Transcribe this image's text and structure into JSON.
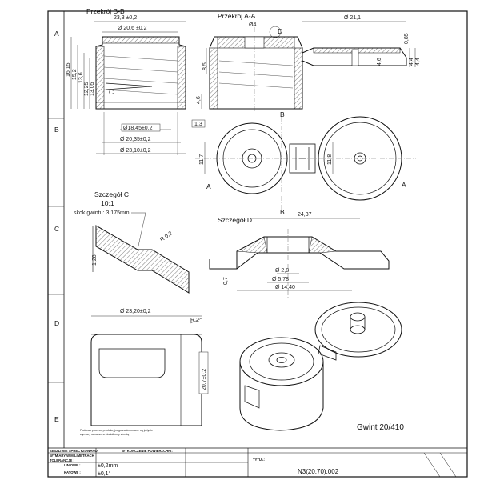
{
  "grid": {
    "rows": [
      "A",
      "B",
      "C",
      "D",
      "E"
    ]
  },
  "section_bb": {
    "title": "Przekrój B-B",
    "dims": [
      "23,3 ±0,2",
      "Ø 20,6 ±0,2",
      "16,15",
      "15,2",
      "13,6",
      "12,25",
      "13,05",
      "4,6",
      "Ø18,45±0,2",
      "1,3",
      "Ø 20,35±0,2",
      "Ø 23,10±0,2"
    ],
    "marker": "C"
  },
  "section_aa": {
    "title": "Przekrój A-A",
    "dims": [
      "Ø4",
      "8,5",
      "Ø 21,1",
      "0,85",
      "4,6",
      "4,4",
      "4,4"
    ],
    "marker": "D"
  },
  "top_view": {
    "dims": [
      "11,7",
      "11,8",
      "24,37"
    ],
    "markers": {
      "b_top": "B",
      "b_bottom": "B",
      "a_left": "A",
      "a_right": "A"
    }
  },
  "detail_c": {
    "title": "Szczegół C",
    "scale": "10:1",
    "note": "skok gwintu: 3,175mm",
    "dims": [
      "R 0,2",
      "1,28"
    ]
  },
  "detail_d": {
    "title": "Szczegół D",
    "dims": [
      "Ø 2,8",
      "Ø 5,78",
      "Ø 14,40",
      "0,7"
    ]
  },
  "side_view": {
    "dims": [
      "Ø 23,20±0,2",
      "R 2",
      "20,7±0,2"
    ]
  },
  "thread": "Gwint 20/410",
  "note_lines": [
    "Podczas procesu produkcyjnego zastosowane są jedynie",
    "wymiary oznaczone dodatkowy ziemią"
  ],
  "title_block": {
    "col1_lines": [
      "ZESZLI NIE SPRECYZOWANO",
      "WYMIARY W MILIMETRACH",
      "TOLERANCJE :"
    ],
    "linear_label": "LINIOWE :",
    "linear_value": "±0,2mm",
    "angular_label": "KATOWE :",
    "angular_value": "±0,1°",
    "finish_label": "WYKONCZENIE POWIERZCHNI:",
    "title_label": "TYTUŁ:",
    "drawing_number": "N3(20,70).002"
  }
}
